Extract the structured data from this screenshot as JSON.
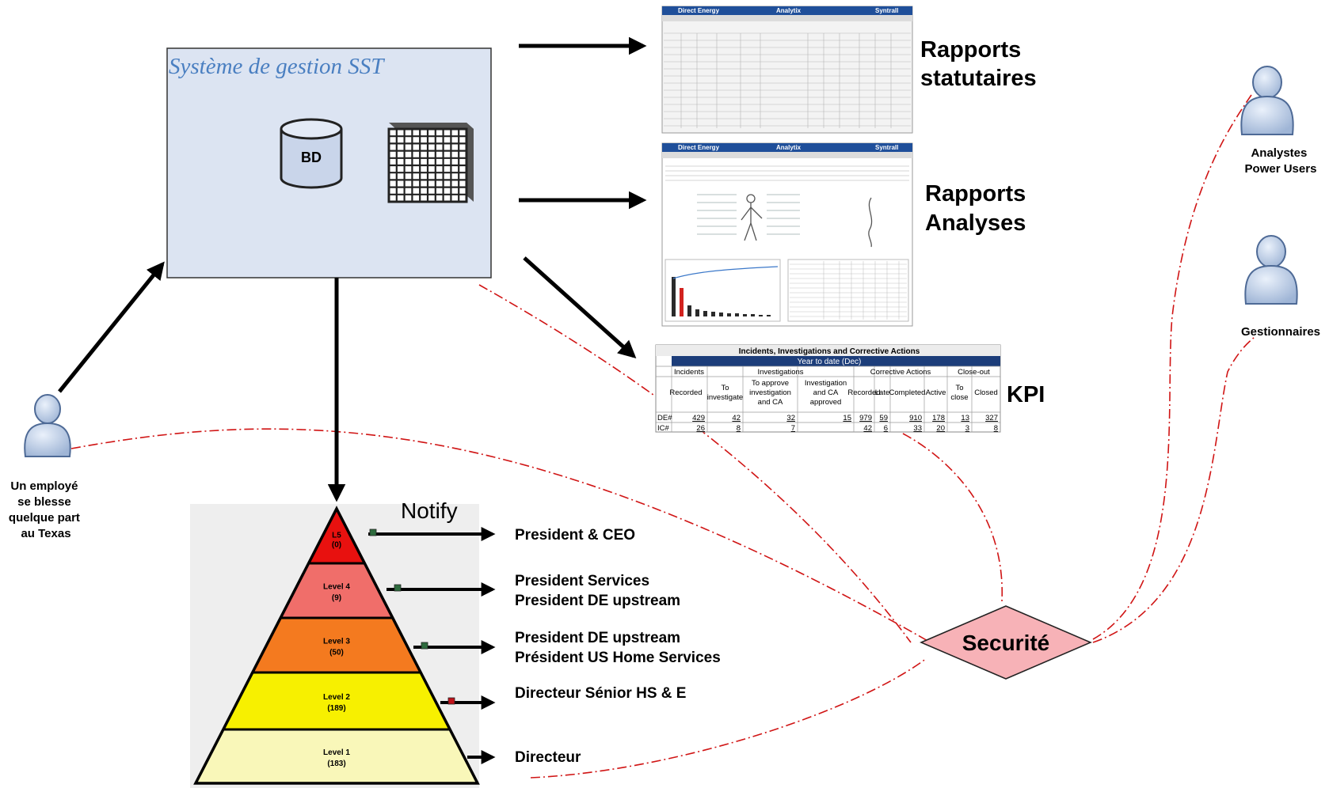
{
  "system": {
    "title": "Système de gestion SST",
    "db_label": "BD"
  },
  "employee": {
    "label_lines": [
      "Un employé",
      "se blesse",
      "quelque part",
      "au Texas"
    ]
  },
  "reports": [
    {
      "lines": [
        "Rapports",
        "statutaires"
      ]
    },
    {
      "lines": [
        "Rapports",
        "Analyses"
      ]
    }
  ],
  "report_header": {
    "brand": "Direct Energy",
    "center": "Analytix",
    "right": "Syntrall"
  },
  "kpi": {
    "label": "KPI",
    "title": "Incidents, Investigations and Corrective Actions",
    "subtitle": "Year to date (Dec)",
    "groups": [
      "Incidents",
      "Investigations",
      "Corrective Actions",
      "Close-out"
    ],
    "columns": [
      "Recorded",
      "To investigate",
      "To approve investigation and CA",
      "Investigation and CA approved",
      "Recorded",
      "Late",
      "Completed",
      "Active",
      "To close",
      "Closed"
    ],
    "rows": [
      {
        "label": "DE#",
        "values": [
          "429",
          "42",
          "32",
          "15",
          "979",
          "59",
          "910",
          "178",
          "13",
          "327"
        ]
      },
      {
        "label": "IC#",
        "values": [
          "26",
          "8",
          "7",
          "",
          "42",
          "6",
          "33",
          "20",
          "3",
          "8"
        ]
      }
    ]
  },
  "notify": {
    "title": "Notify",
    "levels": [
      {
        "name": "L5",
        "count": "(0)",
        "color": "#e8110f"
      },
      {
        "name": "Level 4",
        "count": "(9)",
        "color": "#f06e6a"
      },
      {
        "name": "Level 3",
        "count": "(50)",
        "color": "#f47a1f"
      },
      {
        "name": "Level 2",
        "count": "(189)",
        "color": "#f7f000"
      },
      {
        "name": "Level 1",
        "count": "(183)",
        "color": "#f9f7b9"
      }
    ],
    "recipients": [
      [
        "President & CEO"
      ],
      [
        "President Services",
        "President DE upstream"
      ],
      [
        "President DE upstream",
        "Président US Home Services"
      ],
      [
        "Directeur Sénior HS & E"
      ],
      [
        "Directeur"
      ]
    ]
  },
  "security": {
    "label": "Securité",
    "color": "#f7b2b7"
  },
  "users": [
    {
      "lines": [
        "Analystes",
        "Power Users"
      ]
    },
    {
      "lines": [
        "Gestionnaires"
      ]
    }
  ],
  "colors": {
    "system_fill": "#dce4f2",
    "dashed_link": "#d01414",
    "kpi_header": "#1c3d7a"
  },
  "icons": [
    "database-icon",
    "cube-grid-icon",
    "person-icon"
  ]
}
